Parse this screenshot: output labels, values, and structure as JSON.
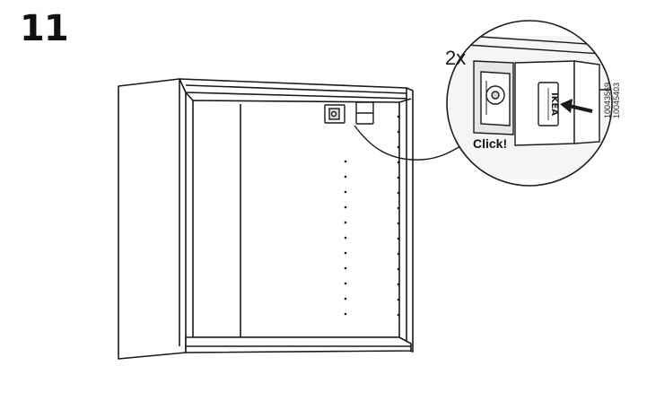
{
  "step": {
    "number": "11"
  },
  "detail": {
    "quantity_label": "2x",
    "click_label": "Click!",
    "brand_text": "IKEA"
  },
  "article_numbers": [
    "10043569",
    "10045403"
  ],
  "icons": {
    "push_arrow": "arrow-left-icon"
  },
  "colors": {
    "ink": "#1a1a1a",
    "paper": "#ffffff",
    "shade": "#e6e6e6"
  }
}
